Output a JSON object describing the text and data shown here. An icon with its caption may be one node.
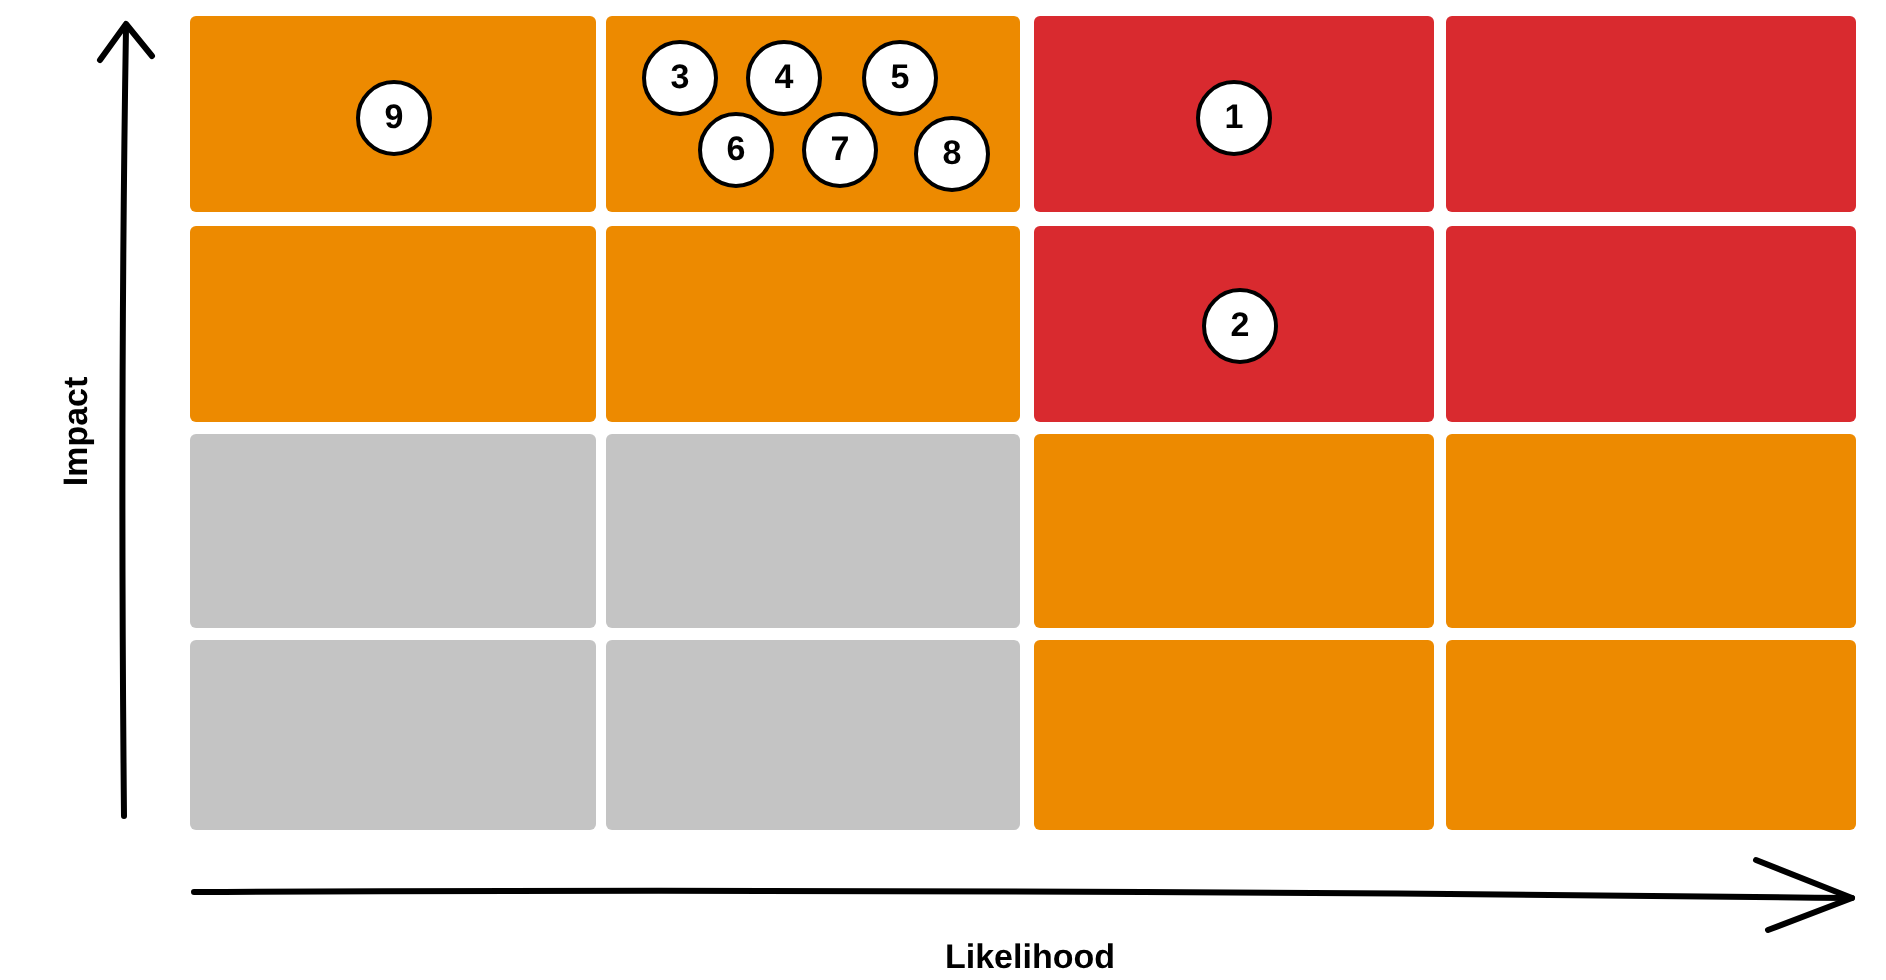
{
  "diagram": {
    "nodes": [
      {
        "text": [],
        "shape": "box"
      },
      {
        "text": [
          "9"
        ],
        "in": 0
      },
      {
        "text": [],
        "shape": "box"
      },
      {
        "text": [
          "3"
        ],
        "in": 2
      },
      {
        "text": [
          "4"
        ],
        "in": 2
      },
      {
        "text": [
          "5"
        ],
        "in": 2
      },
      {
        "text": [
          "6"
        ],
        "in": 2
      },
      {
        "text": [
          "7"
        ],
        "in": 2
      },
      {
        "text": [
          "8"
        ],
        "in": 2
      },
      {
        "text": [],
        "shape": "box"
      },
      {
        "text": [
          "1"
        ],
        "in": 9
      },
      {
        "text": [],
        "shape": "box"
      },
      {
        "text": [],
        "shape": "box"
      },
      {
        "text": [],
        "shape": "box"
      },
      {
        "text": [],
        "shape": "box"
      },
      {
        "text": [
          "2"
        ],
        "in": 14
      },
      {
        "text": [],
        "shape": "box"
      },
      {
        "text": [],
        "shape": "box"
      },
      {
        "text": [],
        "shape": "box"
      },
      {
        "text": [],
        "shape": "box"
      },
      {
        "text": [],
        "shape": "box"
      },
      {
        "text": [],
        "shape": "box"
      },
      {
        "text": [],
        "shape": "box"
      },
      {
        "text": [],
        "shape": "box"
      },
      {
        "text": [],
        "shape": "box"
      }
    ],
    "labels": [
      "Impact",
      "Likelihood"
    ]
  }
}
